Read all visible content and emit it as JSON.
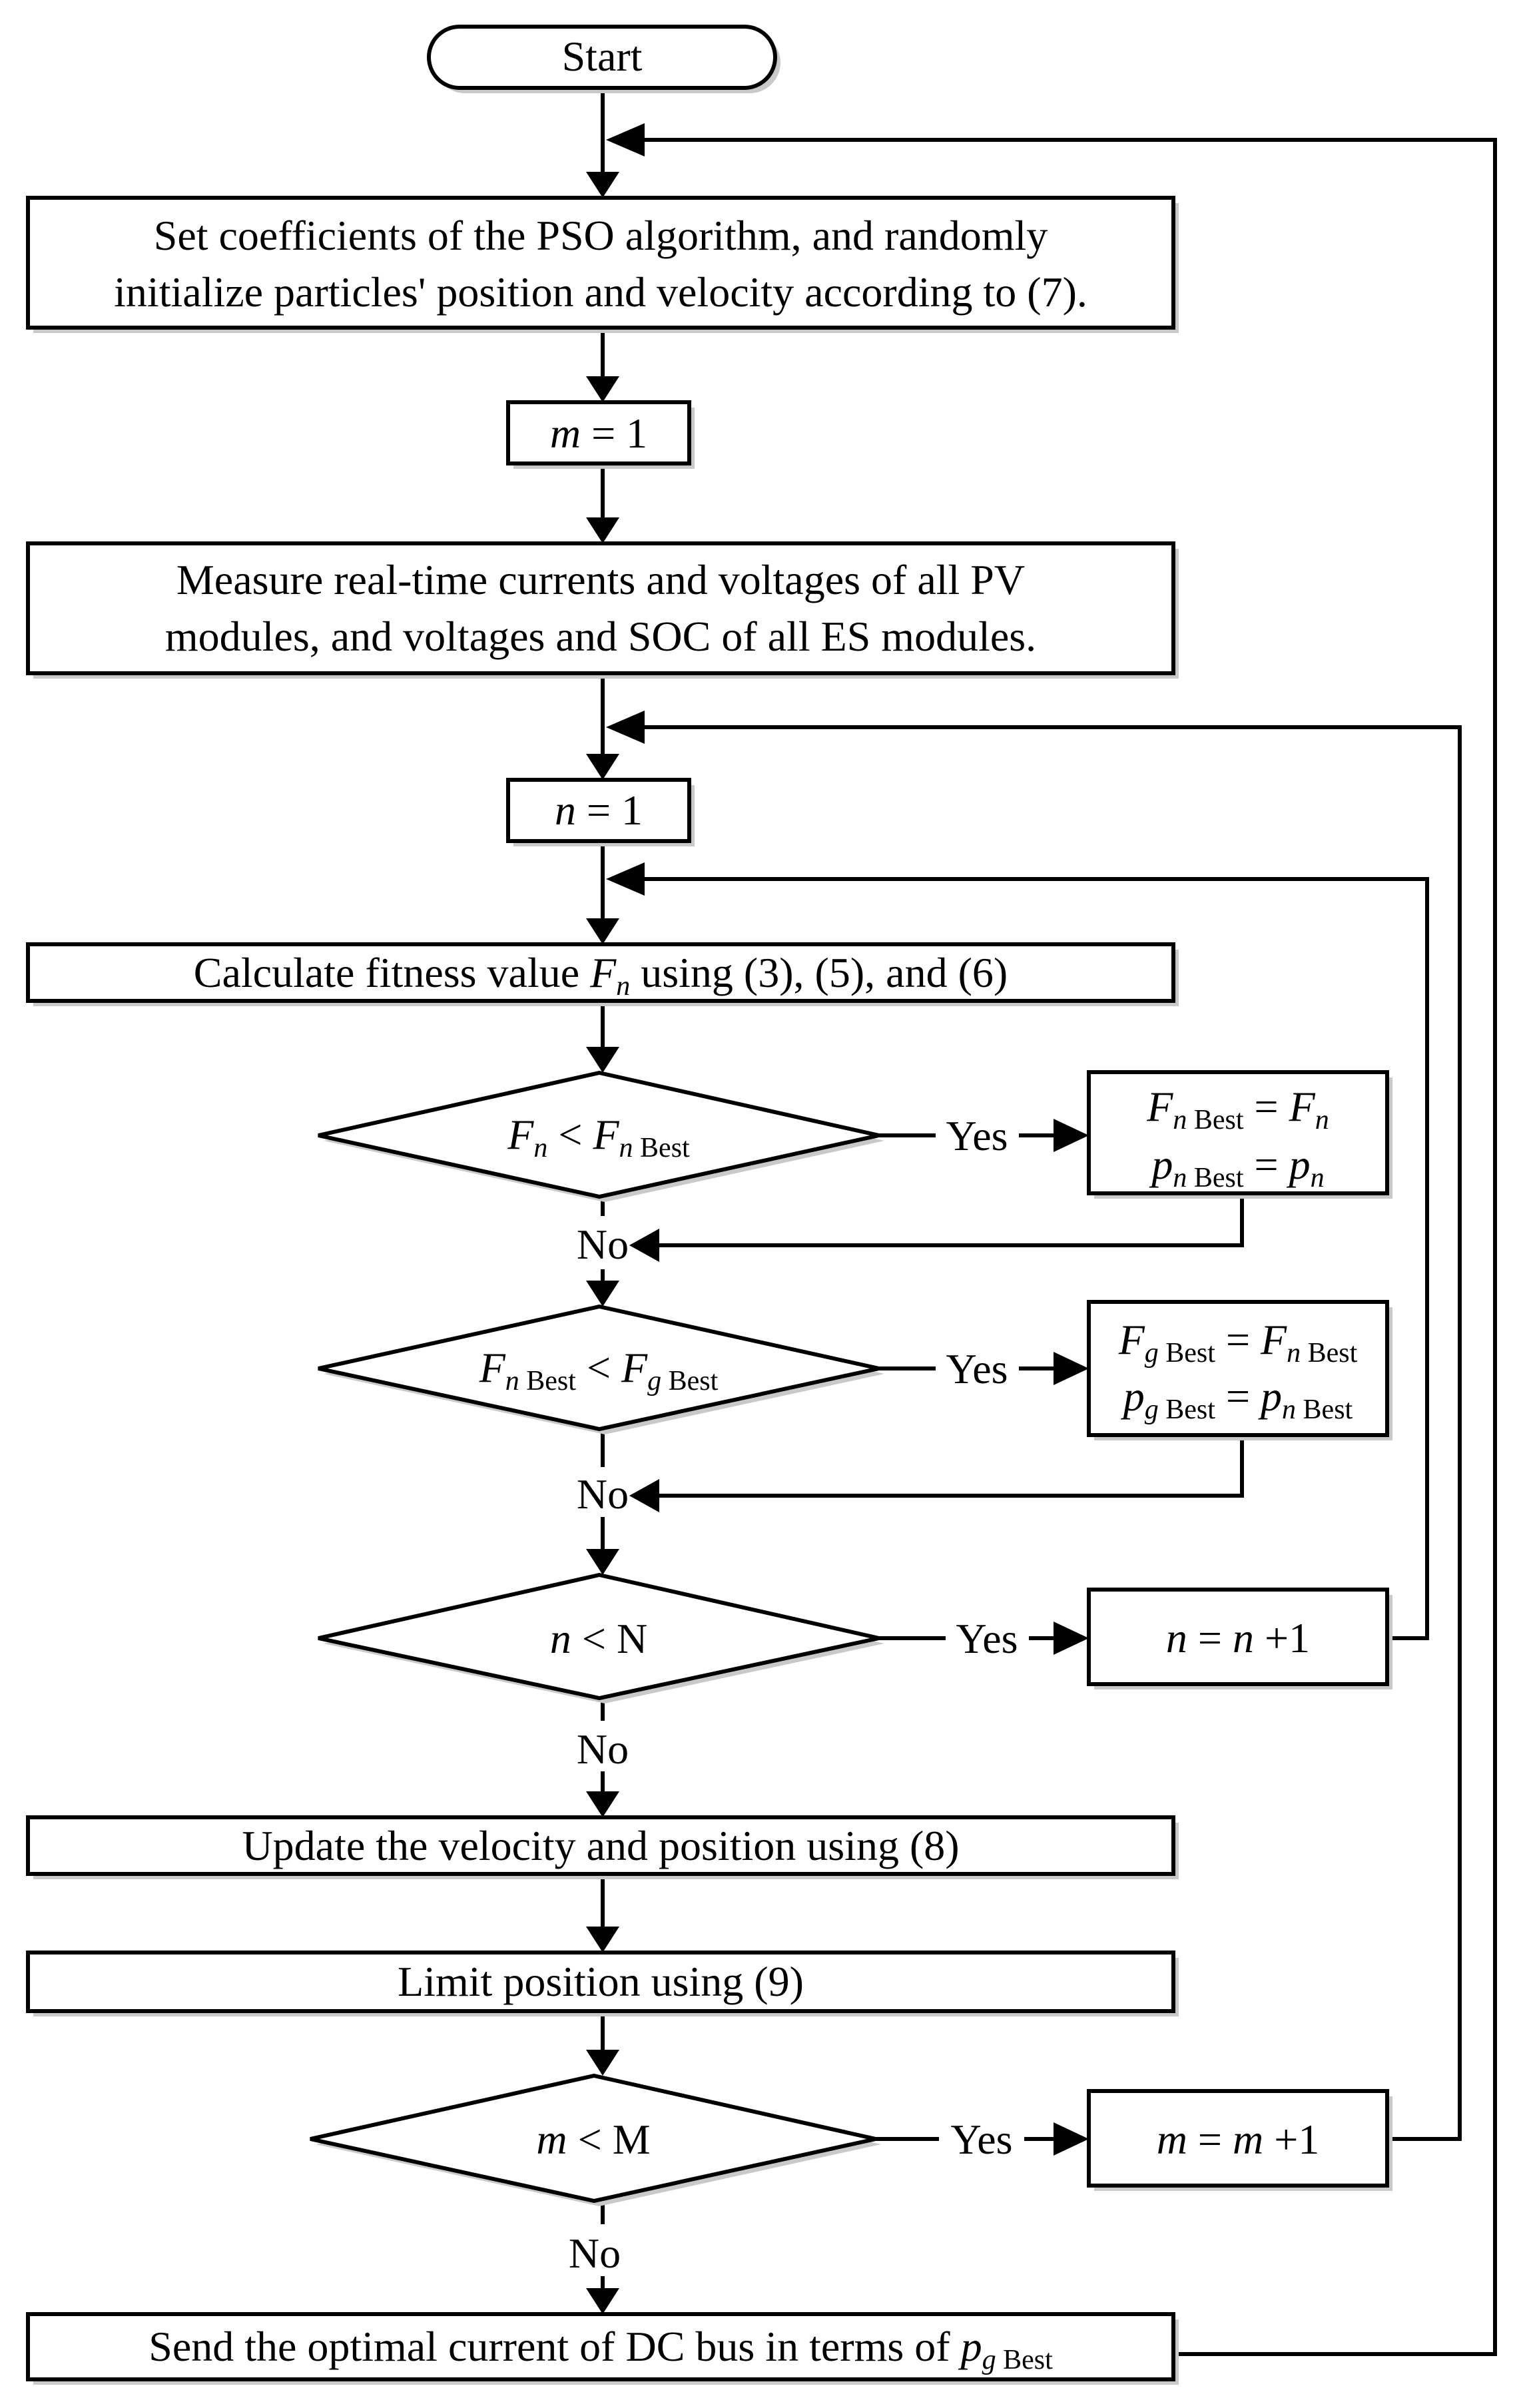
{
  "start": "Start",
  "step_init": {
    "line1": "Set coefficients of the PSO algorithm, and randomly",
    "line2": "initialize particles' position and velocity according to (7)."
  },
  "step_m1": {
    "v": "m",
    "rest": " = 1"
  },
  "step_measure": {
    "line1": "Measure real-time currents and voltages of all PV",
    "line2": "modules, and voltages and SOC of all ES modules."
  },
  "step_n1": {
    "v": "n",
    "rest": " = 1"
  },
  "step_fitness": {
    "pre": "Calculate fitness value ",
    "F": "F",
    "sub": "n",
    "post": " using (3), (5), and (6)"
  },
  "d1": {
    "F1": "F",
    "s1": "n",
    "op": " < ",
    "F2": "F",
    "s2": "n",
    "best": " Best"
  },
  "b1": {
    "l1": {
      "F": "F",
      "sub": "n",
      "best": " Best",
      "eq": " = ",
      "F2": "F",
      "sub2": "n"
    },
    "l2": {
      "p": "p",
      "sub": "n",
      "best": " Best",
      "eq": " = ",
      "p2": "p",
      "sub2": "n"
    }
  },
  "d2": {
    "F1": "F",
    "s1": "n",
    "b1": " Best",
    "op": " < ",
    "F2": "F",
    "s2": "g",
    "b2": " Best"
  },
  "b2": {
    "l1": {
      "F": "F",
      "sub": "g",
      "best": " Best",
      "eq": " = ",
      "F2": "F",
      "sub2": "n",
      "best2": " Best"
    },
    "l2": {
      "p": "p",
      "sub": "g",
      "best": " Best",
      "eq": " = ",
      "p2": "p",
      "sub2": "n",
      "best2": " Best"
    }
  },
  "d3": {
    "v": "n",
    "rest": " < N"
  },
  "b3": {
    "v1": "n",
    "eq": " = ",
    "v2": "n",
    "rest": " +1"
  },
  "step_update": "Update the velocity and position using (8)",
  "step_limit": "Limit position using (9)",
  "d4": {
    "v": "m",
    "rest": " < M"
  },
  "b4": {
    "v1": "m",
    "eq": " = ",
    "v2": "m",
    "rest": " +1"
  },
  "step_send": {
    "pre": "Send the optimal current of DC bus in terms of ",
    "p": "p",
    "sub": "g",
    "best": " Best"
  },
  "labels": {
    "yes": "Yes",
    "no": "No"
  }
}
